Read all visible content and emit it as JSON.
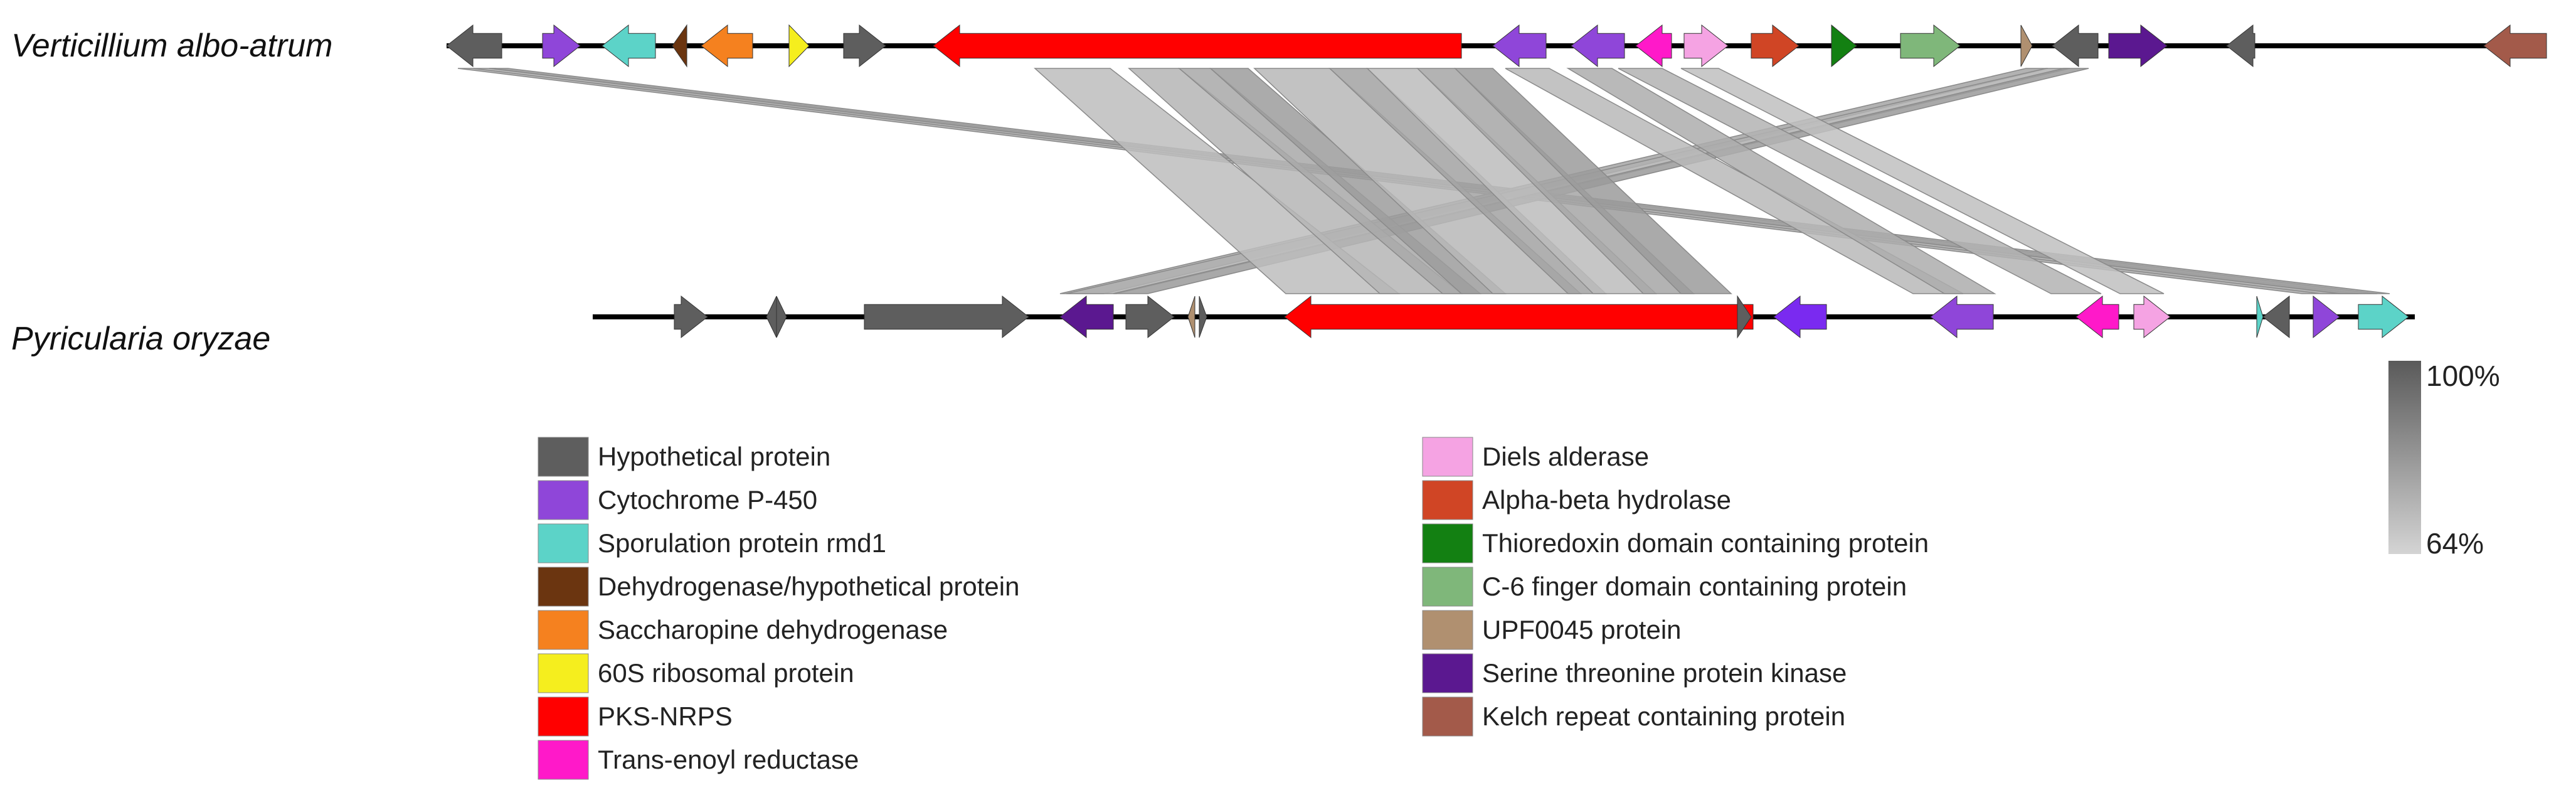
{
  "species": {
    "top": "Verticillium albo-atrum",
    "bottom": "Pyricularia oryzae"
  },
  "colors": {
    "hypothetical": "#5e5e5e",
    "cytochrome": "#8f46d9",
    "sporulation": "#5cd3c8",
    "dehydrogenase_hyp": "#6b3510",
    "saccharopine": "#f5811f",
    "ribosomal": "#f5ee1e",
    "pks_nrps": "#ff0000",
    "trans_enoyl": "#ff19c9",
    "diels": "#f5a3e3",
    "alpha_beta": "#d04525",
    "thioredoxin": "#138012",
    "c6_finger": "#7fb77a",
    "upf0045": "#b09070",
    "serine_kinase": "#5b1890",
    "kelch": "#a35a4a",
    "extra_violet": "#7a2af0"
  },
  "legend": {
    "left": [
      {
        "label": "Hypothetical protein",
        "color": "#5e5e5e"
      },
      {
        "label": "Cytochrome P-450",
        "color": "#8f46d9"
      },
      {
        "label": "Sporulation protein rmd1",
        "color": "#5cd3c8"
      },
      {
        "label": "Dehydrogenase/hypothetical protein",
        "color": "#6b3510"
      },
      {
        "label": "Saccharopine dehydrogenase",
        "color": "#f5811f"
      },
      {
        "label": "60S ribosomal protein",
        "color": "#f5ee1e"
      },
      {
        "label": "PKS-NRPS",
        "color": "#ff0000"
      },
      {
        "label": "Trans-enoyl reductase",
        "color": "#ff19c9"
      }
    ],
    "right": [
      {
        "label": "Diels alderase",
        "color": "#f5a3e3"
      },
      {
        "label": "Alpha-beta hydrolase",
        "color": "#d04525"
      },
      {
        "label": "Thioredoxin domain containing protein",
        "color": "#138012"
      },
      {
        "label": "C-6 finger domain containing protein",
        "color": "#7fb77a"
      },
      {
        "label": "UPF0045 protein",
        "color": "#b09070"
      },
      {
        "label": "Serine threonine protein kinase",
        "color": "#5b1890"
      },
      {
        "label": "Kelch repeat containing protein",
        "color": "#a35a4a"
      }
    ]
  },
  "scale": {
    "max_label": "100%",
    "min_label": "64%"
  }
}
